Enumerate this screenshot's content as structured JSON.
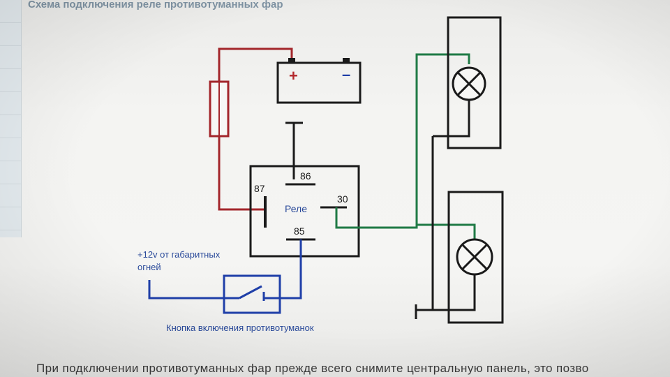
{
  "page": {
    "title": "Схема подключения реле противотуманных фар",
    "body_text": "При подключении противотуманных фар прежде всего снимите центральную панель, это позво"
  },
  "diagram": {
    "battery": {
      "plus": "+",
      "minus": "–"
    },
    "relay": {
      "label": "Реле",
      "pin_86": "86",
      "pin_87": "87",
      "pin_30": "30",
      "pin_85": "85"
    },
    "input_label_line1": "+12v от габаритных",
    "input_label_line2": "огней",
    "switch_label": "Кнопка включения противотуманок"
  },
  "colors": {
    "positive_wire": "#a3262b",
    "signal_wire": "#1f3fa8",
    "lamp_wire": "#1f7a45",
    "ground_wire": "#1a1a1a",
    "label_blue": "#2a4a9a"
  }
}
